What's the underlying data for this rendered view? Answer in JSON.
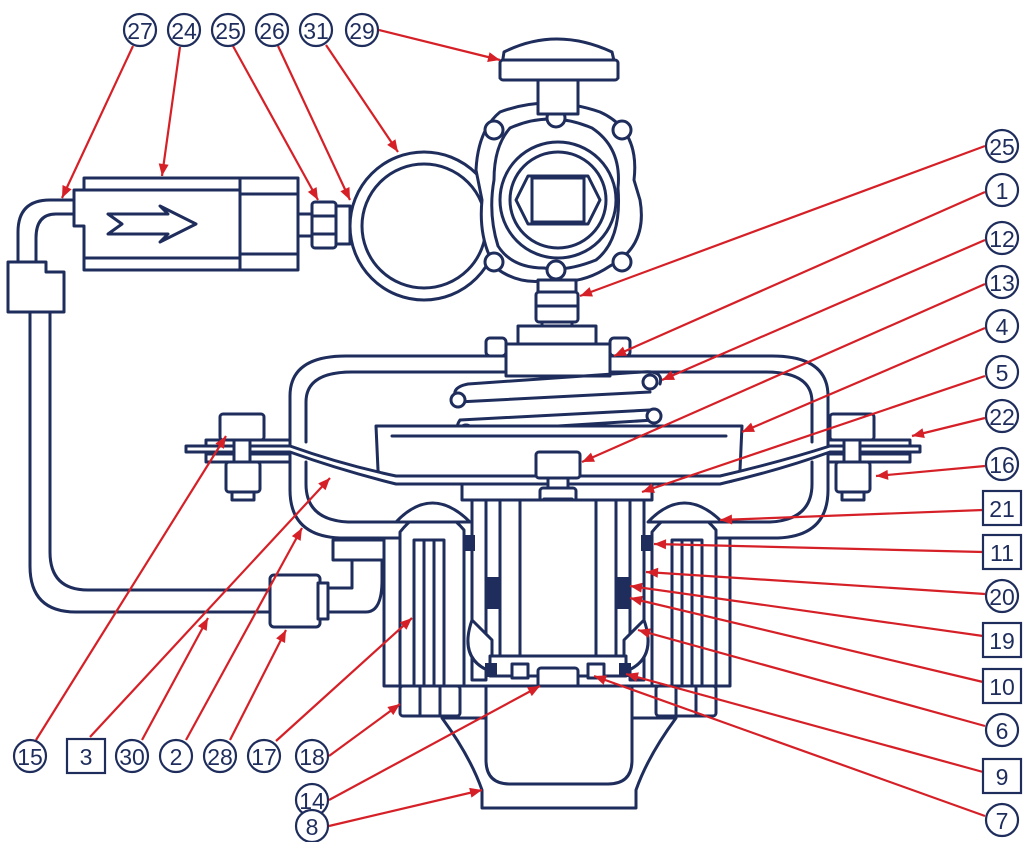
{
  "colors": {
    "outline": "#1e2d5c",
    "leader": "#d62027",
    "background": "#ffffff"
  },
  "callouts": [
    {
      "id": "c27",
      "label": "27",
      "shape": "circle"
    },
    {
      "id": "c24",
      "label": "24",
      "shape": "circle"
    },
    {
      "id": "c25a",
      "label": "25",
      "shape": "circle"
    },
    {
      "id": "c26",
      "label": "26",
      "shape": "circle"
    },
    {
      "id": "c31",
      "label": "31",
      "shape": "circle"
    },
    {
      "id": "c29",
      "label": "29",
      "shape": "circle"
    },
    {
      "id": "c25b",
      "label": "25",
      "shape": "circle"
    },
    {
      "id": "c1",
      "label": "1",
      "shape": "circle"
    },
    {
      "id": "c12",
      "label": "12",
      "shape": "circle"
    },
    {
      "id": "c13",
      "label": "13",
      "shape": "circle"
    },
    {
      "id": "c4",
      "label": "4",
      "shape": "circle"
    },
    {
      "id": "c5",
      "label": "5",
      "shape": "circle"
    },
    {
      "id": "c22",
      "label": "22",
      "shape": "circle"
    },
    {
      "id": "c16",
      "label": "16",
      "shape": "circle"
    },
    {
      "id": "c21",
      "label": "21",
      "shape": "square"
    },
    {
      "id": "c11",
      "label": "11",
      "shape": "square"
    },
    {
      "id": "c20",
      "label": "20",
      "shape": "circle"
    },
    {
      "id": "c19",
      "label": "19",
      "shape": "square"
    },
    {
      "id": "c10",
      "label": "10",
      "shape": "square"
    },
    {
      "id": "c6",
      "label": "6",
      "shape": "circle"
    },
    {
      "id": "c9",
      "label": "9",
      "shape": "square"
    },
    {
      "id": "c7",
      "label": "7",
      "shape": "circle"
    },
    {
      "id": "c15",
      "label": "15",
      "shape": "circle"
    },
    {
      "id": "c3",
      "label": "3",
      "shape": "square"
    },
    {
      "id": "c30",
      "label": "30",
      "shape": "circle"
    },
    {
      "id": "c2",
      "label": "2",
      "shape": "circle"
    },
    {
      "id": "c28",
      "label": "28",
      "shape": "circle"
    },
    {
      "id": "c17",
      "label": "17",
      "shape": "circle"
    },
    {
      "id": "c18",
      "label": "18",
      "shape": "circle"
    },
    {
      "id": "c14",
      "label": "14",
      "shape": "circle"
    },
    {
      "id": "c8",
      "label": "8",
      "shape": "circle"
    }
  ]
}
